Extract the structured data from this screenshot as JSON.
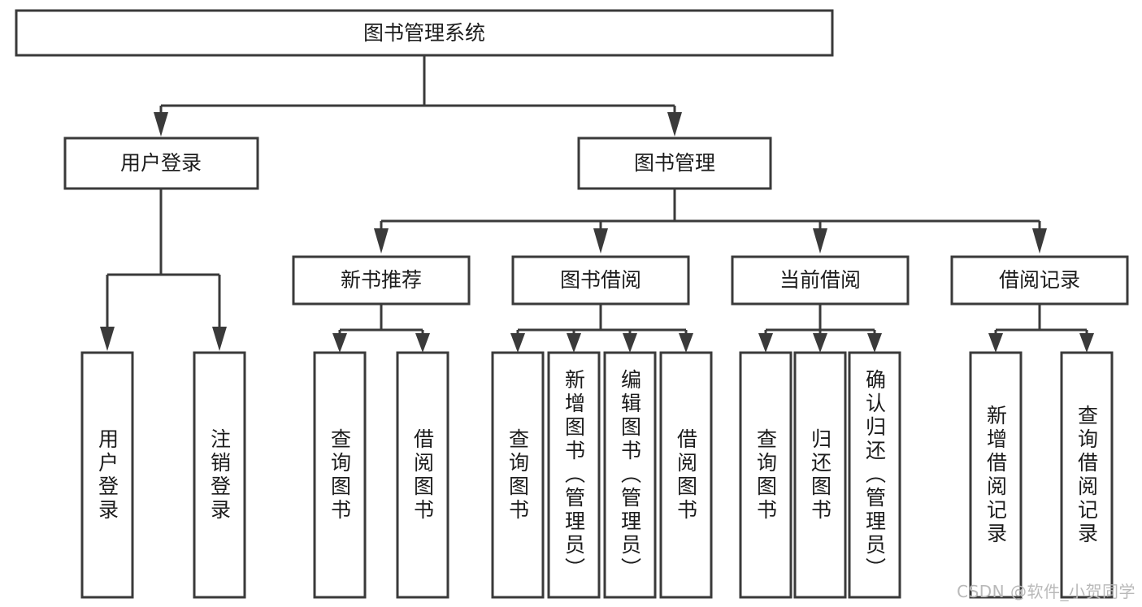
{
  "diagram": {
    "type": "tree",
    "title": "图书管理系统",
    "watermark": "CSDN @软件_小贺同学",
    "colors": {
      "box_stroke": "#3a3a3a",
      "box_fill": "#ffffff",
      "text": "#1c1c1c",
      "background": "#ffffff",
      "watermark": "#b9b9b9"
    },
    "root": {
      "label": "图书管理系统"
    },
    "level2": [
      {
        "label": "用户登录"
      },
      {
        "label": "图书管理"
      }
    ],
    "level3": [
      {
        "label": "新书推荐"
      },
      {
        "label": "图书借阅"
      },
      {
        "label": "当前借阅"
      },
      {
        "label": "借阅记录"
      }
    ],
    "leaves": {
      "user_login": [
        {
          "label": "用户登录"
        },
        {
          "label": "注销登录"
        }
      ],
      "new_book_recommend": [
        {
          "label": "查询图书"
        },
        {
          "label": "借阅图书"
        }
      ],
      "book_borrow": [
        {
          "label": "查询图书"
        },
        {
          "label": "新增图书（管理员）"
        },
        {
          "label": "编辑图书（管理员）"
        },
        {
          "label": "借阅图书"
        }
      ],
      "current_borrow": [
        {
          "label": "查询图书"
        },
        {
          "label": "归还图书"
        },
        {
          "label": "确认归还（管理员）"
        }
      ],
      "borrow_record": [
        {
          "label": "新增借阅记录"
        },
        {
          "label": "查询借阅记录"
        }
      ]
    }
  }
}
